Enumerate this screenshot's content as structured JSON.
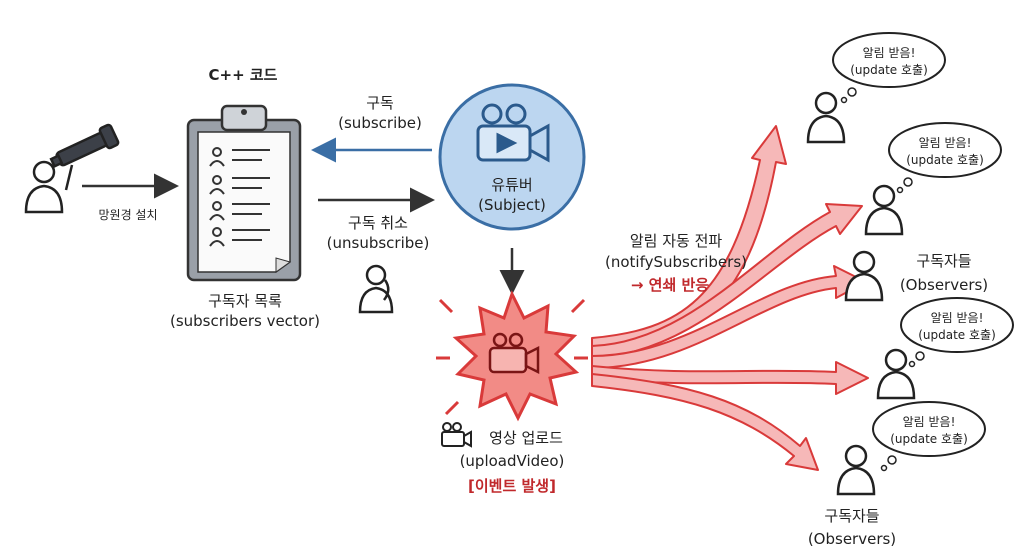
{
  "code_label": "C++ 코드",
  "telescope_label": "망원경 설치",
  "subscribe": {
    "ko": "구독",
    "en": "(subscribe)"
  },
  "unsubscribe": {
    "ko": "구독 취소",
    "en": "(unsubscribe)"
  },
  "subscriber_list": {
    "ko": "구독자 목록",
    "en": "(subscribers vector)"
  },
  "subject": {
    "ko": "유튜버",
    "en": "(Subject)"
  },
  "notify": {
    "ko": "알림 자동 전파",
    "en": "(notifySubscribers)",
    "chain": "→ 연쇄 반응"
  },
  "upload": {
    "ko": "영상 업로드",
    "en": "(uploadVideo)",
    "event": "[이벤트 발생]"
  },
  "observers": {
    "ko": "구독자들",
    "en": "(Observers)"
  },
  "bubbles": [
    {
      "ko": "알림 받음!",
      "en": "(update 호출)"
    },
    {
      "ko": "알림 받음!",
      "en": "(update 호출)"
    },
    {
      "ko": "알림 받음!",
      "en": "(update 호출)"
    },
    {
      "ko": "알림 받음!",
      "en": "(update 호출)"
    }
  ],
  "colors": {
    "subject_fill": "#bcd6f0",
    "subject_stroke": "#3a6ea5",
    "event_red": "#d93a3a",
    "stream_fill": "#f6b8b8"
  }
}
